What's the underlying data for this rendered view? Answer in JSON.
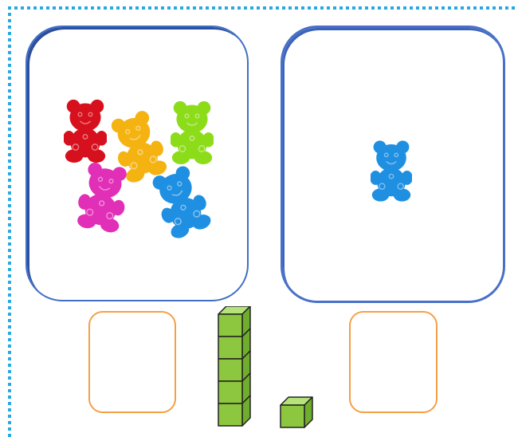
{
  "colors": {
    "dotted_border": "#29a9e0",
    "panel_border": "#3f6fc4",
    "answer_box_border": "#f4a046",
    "cube_fill": "#8dc63f",
    "bear_red": "#d7101d",
    "bear_orange": "#f5b312",
    "bear_green": "#8ddc1a",
    "bear_magenta": "#e12fb7",
    "bear_blue": "#1f8fe2"
  },
  "panels": {
    "left": {
      "bears": [
        "red",
        "orange",
        "green",
        "magenta",
        "blue"
      ]
    },
    "right": {
      "bears": [
        "blue"
      ]
    }
  },
  "base_ten": {
    "ten_rod_cubes": 5,
    "unit_cubes": 1
  },
  "answer_boxes": {
    "left": {
      "value": ""
    },
    "right": {
      "value": ""
    }
  }
}
